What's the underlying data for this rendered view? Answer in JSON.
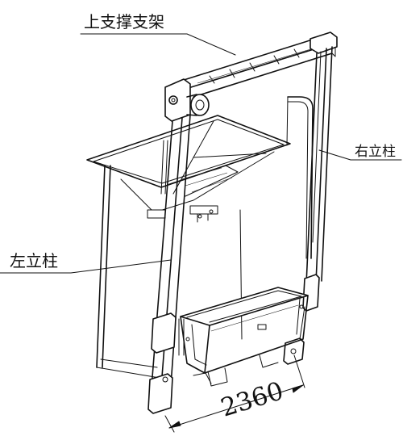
{
  "labels": {
    "top_support": "上支撑支架",
    "right_column": "右立柱",
    "left_column": "左立柱",
    "dimension": "2360"
  },
  "colors": {
    "line": "#111111",
    "background": "#ffffff"
  }
}
